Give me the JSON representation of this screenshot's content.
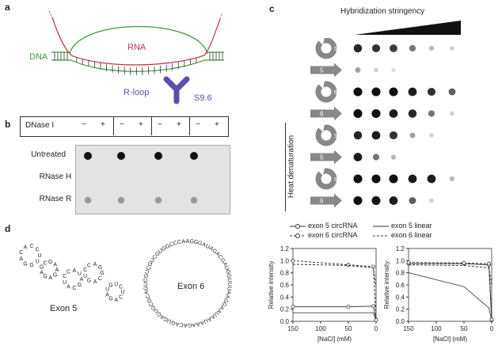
{
  "panels": {
    "a": "a",
    "b": "b",
    "c": "c",
    "d": "d"
  },
  "panel_a": {
    "rna_label": "RNA",
    "dna_label": "DNA",
    "rloop_label": "R-loop",
    "antibody_label": "S9.6",
    "colors": {
      "rna": "#c0304a",
      "dna": "#3c9a3c",
      "antibody": "#5a4fb0"
    }
  },
  "panel_b": {
    "header": "DNase I",
    "signs": [
      "−",
      "+",
      "−",
      "+",
      "−",
      "+",
      "−",
      "+"
    ],
    "rows": [
      "Untreated",
      "RNase H",
      "RNase R"
    ],
    "dots": [
      [
        "strong",
        "none",
        "strong",
        "none",
        "strong",
        "none",
        "strong",
        "none"
      ],
      [
        "none",
        "none",
        "none",
        "none",
        "none",
        "none",
        "none",
        "none"
      ],
      [
        "weak",
        "none",
        "weak",
        "none",
        "weak",
        "none",
        "weak",
        "none"
      ]
    ]
  },
  "panel_c": {
    "title": "Hybridization stringency",
    "side_label": "Heat denaturation",
    "rows": [
      {
        "kind": "circ",
        "exon": "5",
        "dots": [
          0.85,
          0.8,
          0.75,
          0.5,
          0.2,
          0.1
        ]
      },
      {
        "kind": "lin",
        "exon": "5",
        "dots": [
          0.3,
          0.1,
          0.05,
          0.0,
          0.0,
          0.0
        ]
      },
      {
        "kind": "circ",
        "exon": "6",
        "dots": [
          0.95,
          0.95,
          0.95,
          0.9,
          0.8,
          0.6
        ]
      },
      {
        "kind": "lin",
        "exon": "6",
        "dots": [
          0.95,
          0.95,
          0.9,
          0.85,
          0.5,
          0.1
        ]
      },
      {
        "kind": "circ",
        "exon": "5",
        "dots": [
          0.85,
          0.9,
          0.8,
          0.3,
          0.1,
          0.0
        ]
      },
      {
        "kind": "lin",
        "exon": "5",
        "dots": [
          0.9,
          0.5,
          0.2,
          0.0,
          0.0,
          0.0
        ]
      },
      {
        "kind": "circ",
        "exon": "6",
        "dots": [
          0.95,
          0.95,
          0.95,
          0.9,
          0.9,
          0.2
        ]
      },
      {
        "kind": "lin",
        "exon": "6",
        "dots": [
          0.95,
          0.95,
          0.9,
          0.6,
          0.1,
          0.0
        ]
      }
    ]
  },
  "legend": [
    {
      "label": "exon 5 circRNA",
      "style": "circ-solid"
    },
    {
      "label": "exon 5 linear",
      "style": "solid"
    },
    {
      "label": "exon 6 circRNA",
      "style": "circ-dash"
    },
    {
      "label": "exon 6 linear",
      "style": "dash"
    }
  ],
  "chart_data": [
    {
      "type": "line",
      "xlabel": "[NaCl] (mM)",
      "ylabel": "Relative intensity",
      "xlim": [
        150,
        0
      ],
      "ylim": [
        0,
        1.2
      ],
      "xticks": [
        "150",
        "100",
        "50",
        "0"
      ],
      "yticks": [
        "0.0",
        "0.2",
        "0.4",
        "0.6",
        "0.8",
        "1.0",
        "1.2"
      ],
      "x": [
        150,
        50,
        5,
        0
      ],
      "series": [
        {
          "name": "exon 5 circRNA",
          "values": [
            0.24,
            0.24,
            0.25,
            0.02
          ]
        },
        {
          "name": "exon 5 linear",
          "values": [
            0.14,
            0.14,
            0.14,
            0.01
          ]
        },
        {
          "name": "exon 6 circRNA",
          "values": [
            1.0,
            0.93,
            0.9,
            0.02
          ]
        },
        {
          "name": "exon 6 linear",
          "values": [
            0.94,
            0.92,
            0.88,
            0.56
          ]
        }
      ]
    },
    {
      "type": "line",
      "xlabel": "[NaCl] (mM)",
      "ylabel": "Relative intensity",
      "xlim": [
        150,
        0
      ],
      "ylim": [
        0,
        1.2
      ],
      "xticks": [
        "150",
        "100",
        "50",
        "0"
      ],
      "yticks": [
        "0.0",
        "0.2",
        "0.4",
        "0.6",
        "0.8",
        "1.0",
        "1.2"
      ],
      "x": [
        150,
        50,
        5,
        0
      ],
      "series": [
        {
          "name": "exon 5 circRNA",
          "values": [
            0.95,
            0.95,
            0.93,
            0.02
          ]
        },
        {
          "name": "exon 5 linear",
          "values": [
            0.8,
            0.57,
            0.22,
            0.01
          ]
        },
        {
          "name": "exon 6 circRNA",
          "values": [
            0.97,
            0.96,
            0.95,
            0.03
          ]
        },
        {
          "name": "exon 6 linear",
          "values": [
            0.93,
            0.92,
            0.88,
            0.6
          ]
        }
      ]
    }
  ],
  "panel_d": {
    "exon5_label": "Exon 5",
    "exon6_label": "Exon 6",
    "exon5_seq": "UUGGACACCAGAGAGCGAAGCAUCCAUGCAGUCCAGUCAGAUGUC",
    "exon6_seq": "AGGGAUAGACGAUGGUUUAAGGAAUAAUAAAGACAGUGAGUGCGCAGUCGUCGUCGUGGCCCA"
  }
}
